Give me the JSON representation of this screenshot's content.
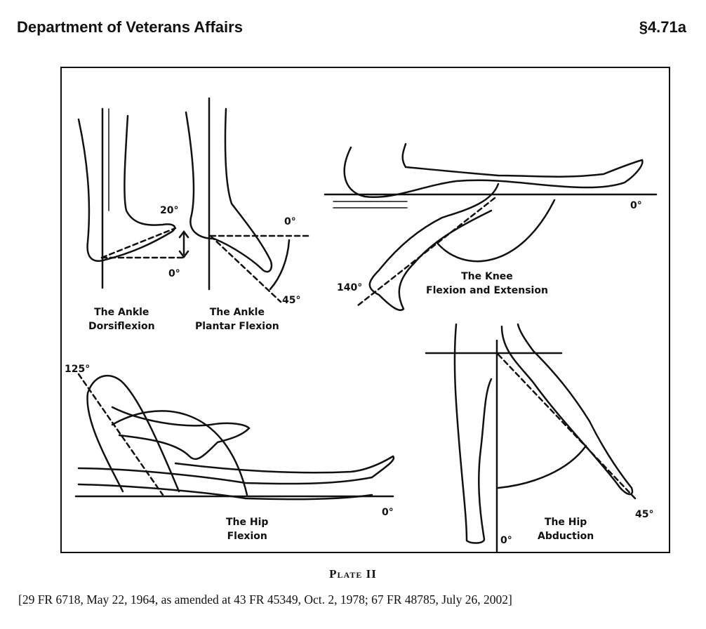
{
  "header": {
    "agency": "Department of Veterans Affairs",
    "section": "§4.71a"
  },
  "figure": {
    "ankle_dorsiflexion": {
      "title_line1": "The Ankle",
      "title_line2": "Dorsiflexion",
      "angle_max": "20°",
      "angle_min": "0°"
    },
    "ankle_plantar": {
      "title_line1": "The Ankle",
      "title_line2": "Plantar Flexion",
      "angle_min": "0°",
      "angle_max": "45°"
    },
    "knee": {
      "title_line1": "The Knee",
      "title_line2": "Flexion and Extension",
      "angle_max": "140°",
      "angle_min": "0°"
    },
    "hip_flexion": {
      "title_line1": "The Hip",
      "title_line2": "Flexion",
      "angle_max": "125°",
      "angle_min": "0°"
    },
    "hip_abduction": {
      "title_line1": "The Hip",
      "title_line2": "Abduction",
      "angle_max": "45°",
      "angle_min": "0°"
    }
  },
  "caption": "Plate II",
  "citation": "[29 FR 6718, May 22, 1964, as amended at 43 FR 45349, Oct. 2, 1978; 67 FR 48785, July 26, 2002]"
}
